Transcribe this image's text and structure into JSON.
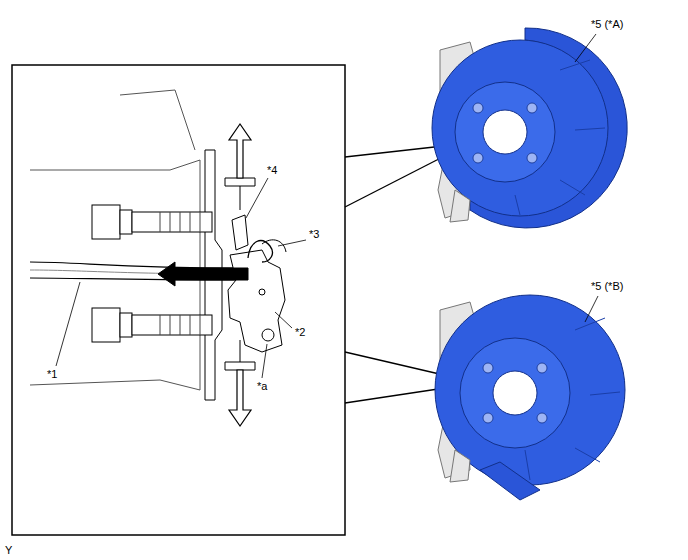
{
  "diagram": {
    "labels": [
      "*5 (*A)",
      "*5 (*B)",
      "*4",
      "*3",
      "*2",
      "*1",
      "*a",
      "Y"
    ]
  }
}
